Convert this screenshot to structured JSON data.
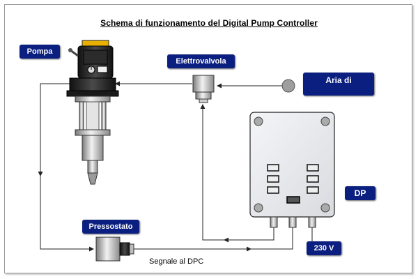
{
  "title": "Schema di funzionamento del Digital Pump Controller",
  "labels": {
    "pompa": "Pompa",
    "elettrovalvola": "Elettrovalvola",
    "aria": "Aria di",
    "dp": "DP",
    "pressostato": "Pressostato",
    "voltage": "230 V",
    "signal": "Segnale al DPC"
  },
  "colors": {
    "label_bg": "#0b1f80",
    "label_text": "#ffffff",
    "line": "#222222",
    "panel": "#e9eaee",
    "air_source": "#9e9e9e"
  },
  "icons": [
    "pump",
    "solenoid-valve",
    "air-source",
    "dp-controller",
    "pressure-switch"
  ]
}
